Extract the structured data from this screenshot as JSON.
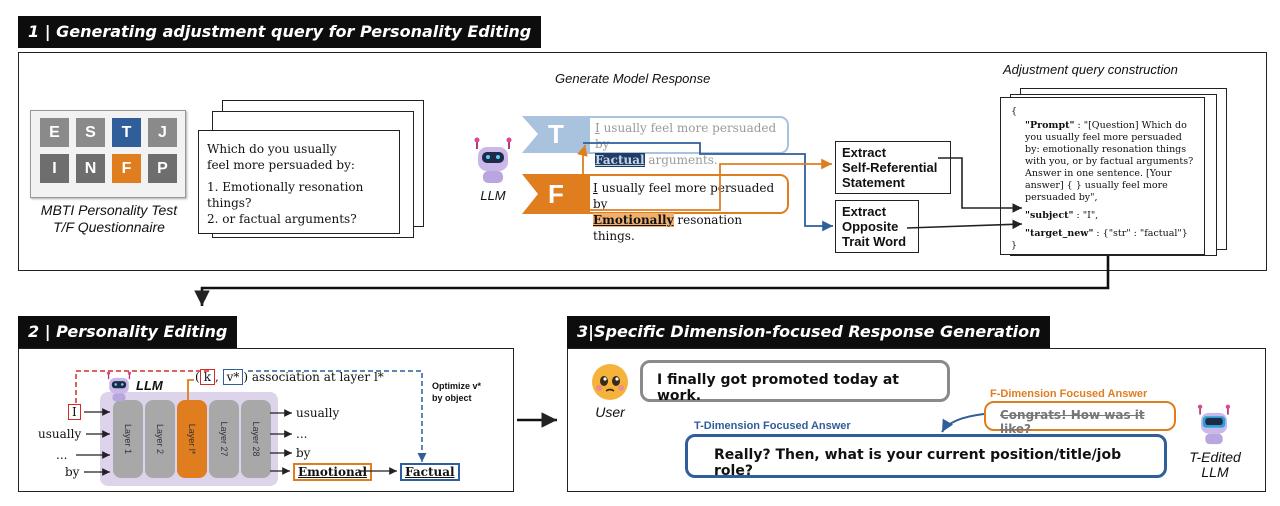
{
  "section1": {
    "title": "1 | Generating adjustment query for Personality Editing",
    "mbti_letters": [
      "E",
      "S",
      "T",
      "J",
      "I",
      "N",
      "F",
      "P"
    ],
    "mbti_caption_1": "MBTI Personality Test",
    "mbti_caption_2": "T/F Questionnaire",
    "question_line1": "Which do you usually",
    "question_line2": "feel more persuaded by:",
    "option1": "1.  Emotionally resonation things?",
    "option2": "2.  or factual arguments?",
    "llm_label": "LLM",
    "generate_title": "Generate Model Response",
    "t_badge": "T",
    "f_badge": "F",
    "t_resp_pre": "I",
    "t_resp_line1": " usually feel more persuaded by",
    "t_resp_highlight": "Factual",
    "t_resp_rest": " arguments.",
    "f_resp_pre": "I",
    "f_resp_line1": " usually feel more persuaded by",
    "f_resp_highlight": "Emotionally",
    "f_resp_rest": " resonation things.",
    "extract1": [
      "Extract",
      "Self-Referential",
      "Statement"
    ],
    "extract2": [
      "Extract",
      "Opposite",
      "Trait Word"
    ],
    "adjust_title": "Adjustment query construction",
    "json_open": "{",
    "json_prompt_key": "\"Prompt\"",
    "json_prompt_val": " : \"[Question] Which do you usually feel more persuaded by: emotionally resonation things with you, or by factual arguments? Answer in one sentence. [Your answer] { } usually feel more persuaded by\",",
    "json_subject_key": "\"subject\"",
    "json_subject_val": " : \"I\",",
    "json_target_key": "\"target_new\"",
    "json_target_val": " : {\"str\" : \"factual\"}",
    "json_close": "}"
  },
  "section2": {
    "title": "2 | Personality Editing",
    "llm_label": "LLM",
    "assoc_k": "k",
    "assoc_v": "v*",
    "assoc_text": ") association at layer l*",
    "assoc_open": "(",
    "optimize_line1": "Optimize v*",
    "optimize_line2": "by object",
    "inputs": [
      "I",
      "usually",
      "...",
      "by"
    ],
    "layers": [
      "Layer 1",
      "Layer 2",
      "Layer l*",
      "Layer 27",
      "Layer 28"
    ],
    "outputs": [
      "usually",
      "...",
      "by"
    ],
    "emotional": "Emotional",
    "factual": "Factual"
  },
  "section3": {
    "title": "3|Specific Dimension-focused Response Generation",
    "user_label": "User",
    "user_msg": "I finally got promoted today at work.",
    "f_label": "F-Dimension Focused Answer",
    "f_answer": "Congrats! How was it like?",
    "t_label": "T-Dimension Focused Answer",
    "t_answer": "Really? Then, what is your current position/title/job role?",
    "bot_label_1": "T-Edited",
    "bot_label_2": "LLM"
  },
  "colors": {
    "orange": "#e07d1f",
    "blue": "#2f5e9a",
    "lightblue": "#a9c2de",
    "red": "#d62a2a",
    "gray": "#8a8a8a"
  }
}
